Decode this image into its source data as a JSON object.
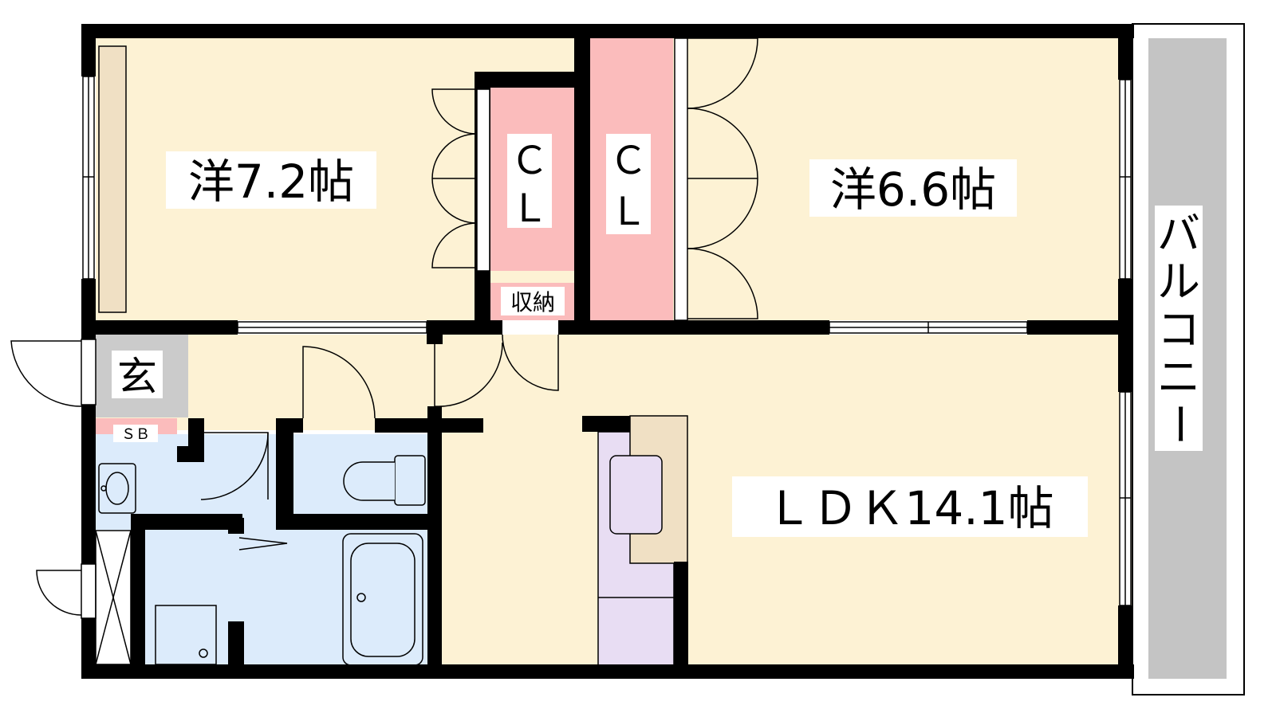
{
  "rooms": {
    "western_1": "洋7.2帖",
    "western_2": "洋6.6帖",
    "ldk": "ＬＤＫ14.1帖",
    "closet_1_c": "Ｃ",
    "closet_1_l": "Ｌ",
    "closet_2_c": "Ｃ",
    "closet_2_l": "Ｌ",
    "storage": "収納",
    "entrance": "玄",
    "shoe_box": "ＳＢ",
    "balcony": [
      "バ",
      "ル",
      "コ",
      "ニ",
      "ー"
    ]
  },
  "colors": {
    "wall": "#000000",
    "floor_room": "#fdf2d4",
    "closet": "#fbbcbc",
    "wet_area": "#dcebfb",
    "entrance": "#cbcbcb",
    "kitchen": "#e8ddf3",
    "balcony": "#c4c4c4",
    "shelf": "#f0e0c4"
  }
}
